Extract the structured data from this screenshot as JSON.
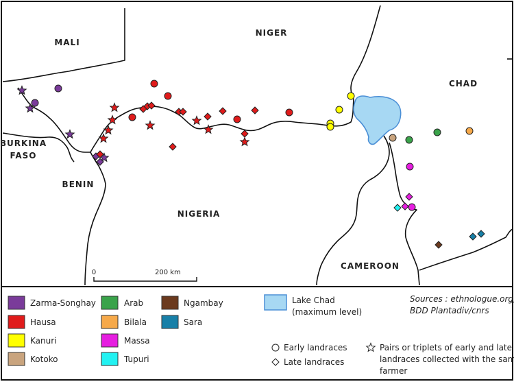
{
  "map": {
    "countries": [
      {
        "name": "MALI"
      },
      {
        "name": "NIGER"
      },
      {
        "name": "CHAD"
      },
      {
        "name": "BURKINA"
      },
      {
        "name": "FASO"
      },
      {
        "name": "BENIN"
      },
      {
        "name": "NIGERIA"
      },
      {
        "name": "CAMEROON"
      }
    ],
    "scale": {
      "zero": "0",
      "label": "200 km"
    }
  },
  "legend": {
    "ethnic_groups": [
      {
        "name": "Zarma-Songhay",
        "color": "#7a3b9a"
      },
      {
        "name": "Hausa",
        "color": "#e01b1b"
      },
      {
        "name": "Kanuri",
        "color": "#ffff00"
      },
      {
        "name": "Kotoko",
        "color": "#c9a47e"
      },
      {
        "name": "Arab",
        "color": "#3aa34a"
      },
      {
        "name": "Bilala",
        "color": "#f6a94a"
      },
      {
        "name": "Massa",
        "color": "#e61ee0"
      },
      {
        "name": "Tupuri",
        "color": "#22f2f2"
      },
      {
        "name": "Ngambay",
        "color": "#6b3a1e"
      },
      {
        "name": "Sara",
        "color": "#1880a8"
      }
    ],
    "lake": {
      "line1": "Lake Chad",
      "line2": "(maximum level)",
      "color": "#a7d8f3"
    },
    "sources_line1": "Sources : ethnologue.org,",
    "sources_line2": "BDD Plantadiv/cnrs",
    "symbols": {
      "early": "Early landraces",
      "late": "Late landraces",
      "pairs_line1": "Pairs or triplets of early and late",
      "pairs_line2": "landraces collected with the same",
      "pairs_line3": "farmer"
    }
  }
}
